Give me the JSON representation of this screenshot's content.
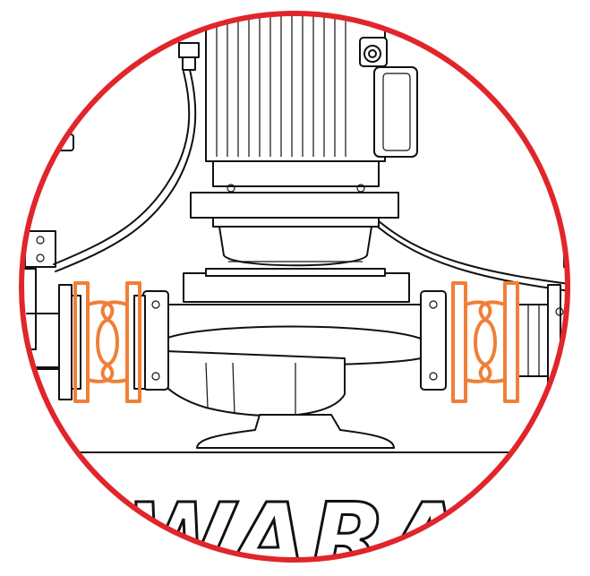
{
  "brand_text": "WARA",
  "colors": {
    "circle_border": "#e0262b",
    "bellows": "#f07f37",
    "line": "#111111",
    "background": "#ffffff"
  },
  "components": [
    "motor",
    "terminal-box",
    "motor-flange",
    "pump-lantern",
    "pump-volute",
    "pump-base",
    "left-pipe-flange",
    "right-pipe-flange",
    "left-bellows-coupling",
    "right-bellows-coupling",
    "brand-panel"
  ]
}
